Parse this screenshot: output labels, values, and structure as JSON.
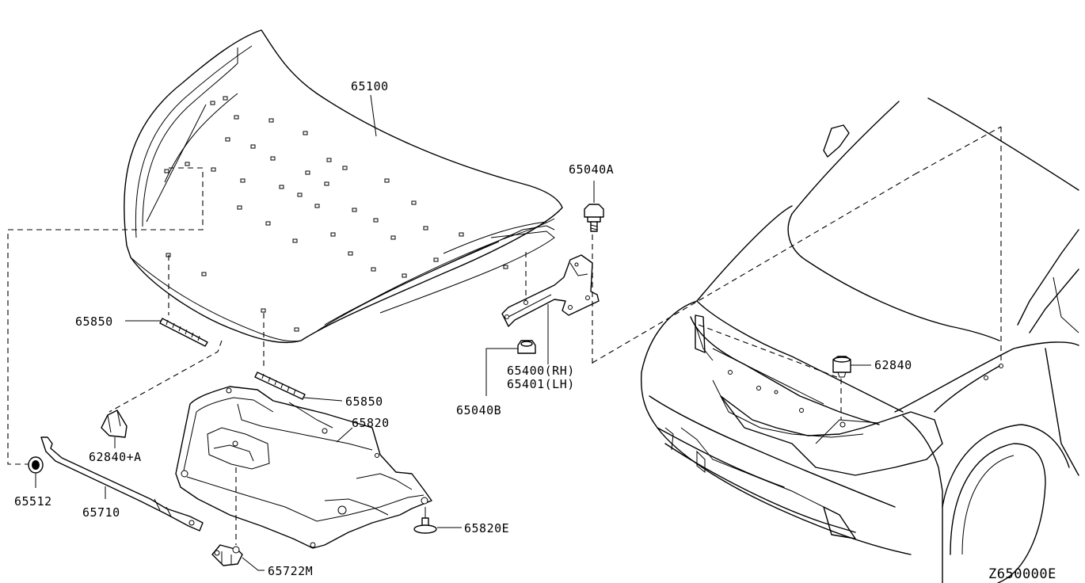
{
  "diagram_id": "Z650000E",
  "parts": {
    "hood": "65100",
    "bolt_upper": "65040A",
    "hinge_rh": "65400(RH)",
    "hinge_lh": "65401(LH)",
    "bumper_rubber": "65040B",
    "seal_upper": "65850",
    "seal_lower": "65850",
    "insulator": "65820",
    "clip_insulator": "65820E",
    "stop_rubber_a": "62840+A",
    "stop_rubber": "62840",
    "grommet": "65512",
    "support_rod": "65710",
    "rod_clip": "65722M"
  }
}
